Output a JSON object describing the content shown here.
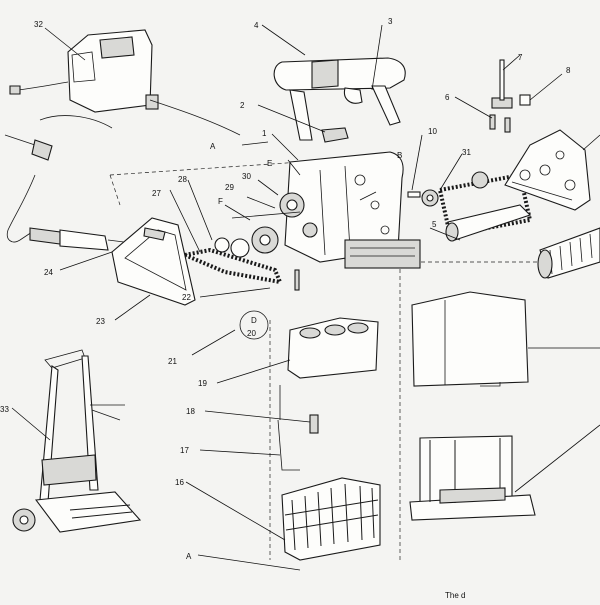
{
  "callouts": {
    "n1": "1",
    "n2": "2",
    "n3": "3",
    "n4": "4",
    "n5": "5",
    "n6": "6",
    "n7": "7",
    "n8": "8",
    "n10": "10",
    "n16": "16",
    "n17": "17",
    "n18": "18",
    "n19": "19",
    "n20": "20",
    "n21": "21",
    "n22": "22",
    "n23": "23",
    "n24": "24",
    "n27": "27",
    "n28": "28",
    "n29": "29",
    "n30": "30",
    "n31": "31",
    "n32": "32",
    "n33": "33",
    "A_top": "A",
    "A_bottom": "A",
    "B": "B",
    "D": "D",
    "E": "E",
    "F": "F"
  },
  "footer_text": "The d"
}
